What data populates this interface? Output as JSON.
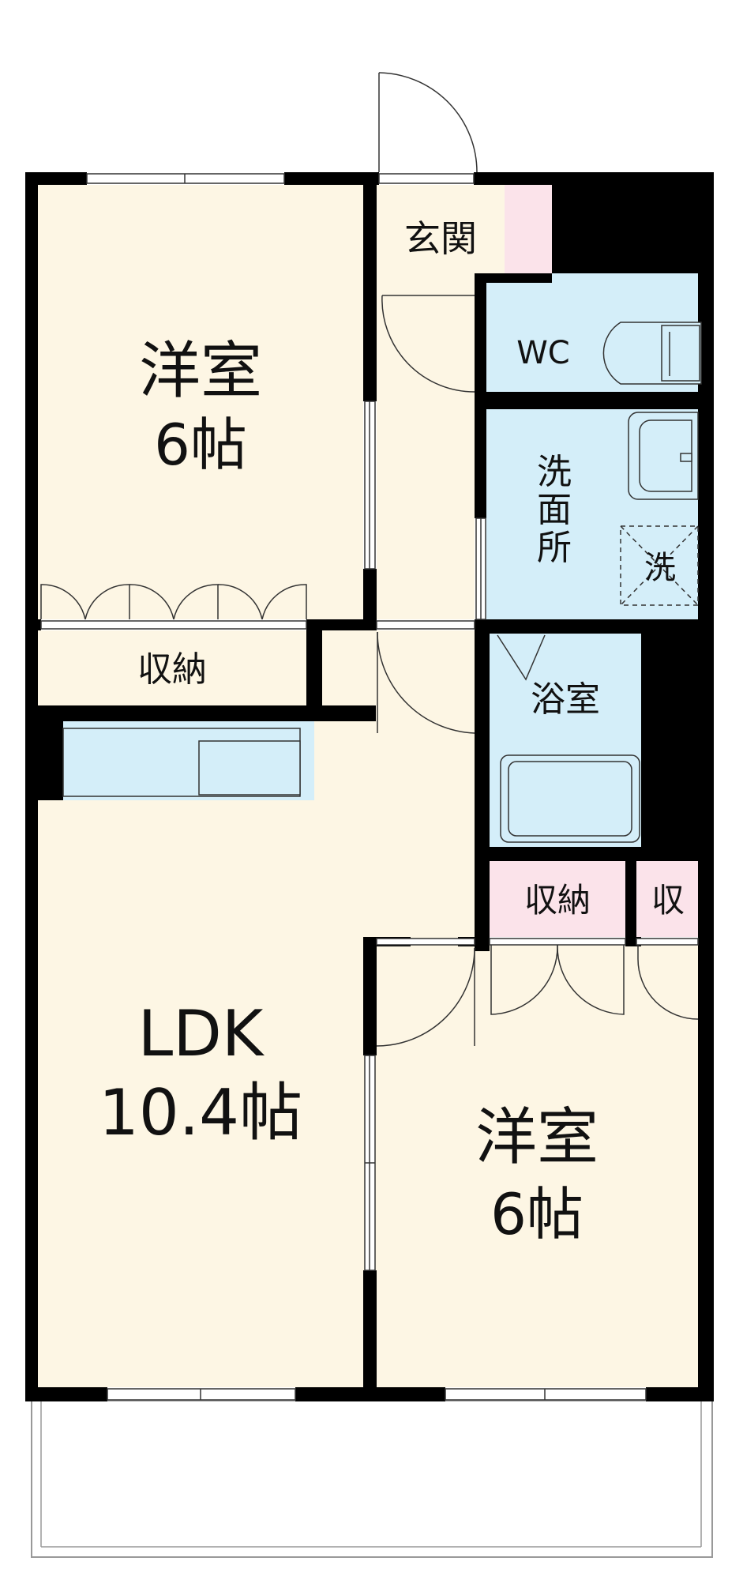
{
  "rooms": {
    "western_room_1": {
      "name": "洋室",
      "size": "6帖"
    },
    "western_room_2": {
      "name": "洋室",
      "size": "6帖"
    },
    "ldk": {
      "name": "LDK",
      "size": "10.4帖"
    },
    "entrance": "玄関",
    "wc": "WC",
    "washroom": [
      "洗",
      "面",
      "所"
    ],
    "washer": "洗",
    "bathroom": "浴室",
    "storage_1": "収納",
    "storage_2": "収納",
    "storage_small": "収"
  },
  "colors": {
    "western_room": "#fdf6e4",
    "ldk": "#fdf6e4",
    "water": "#d4eef9",
    "storage": "#fbe3ea",
    "wall": "#000000",
    "balcony": "#ffffff"
  }
}
